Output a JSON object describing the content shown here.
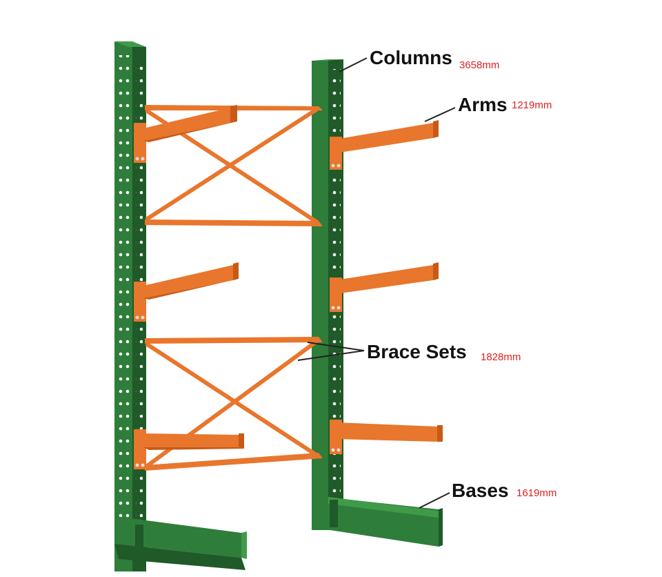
{
  "colors": {
    "column": "#2f7d3a",
    "column_dark": "#1f5a28",
    "column_light": "#3f9a4a",
    "arm": "#e8762c",
    "arm_dark": "#c85a16",
    "leader": "#222222",
    "label": "#111111",
    "dimension": "#e02020"
  },
  "labels": {
    "columns": {
      "name": "Columns",
      "dimension": "3658mm"
    },
    "arms": {
      "name": "Arms",
      "dimension": "1219mm"
    },
    "brace_sets": {
      "name": "Brace Sets",
      "dimension": "1828mm"
    },
    "bases": {
      "name": "Bases",
      "dimension": "1619mm"
    }
  }
}
